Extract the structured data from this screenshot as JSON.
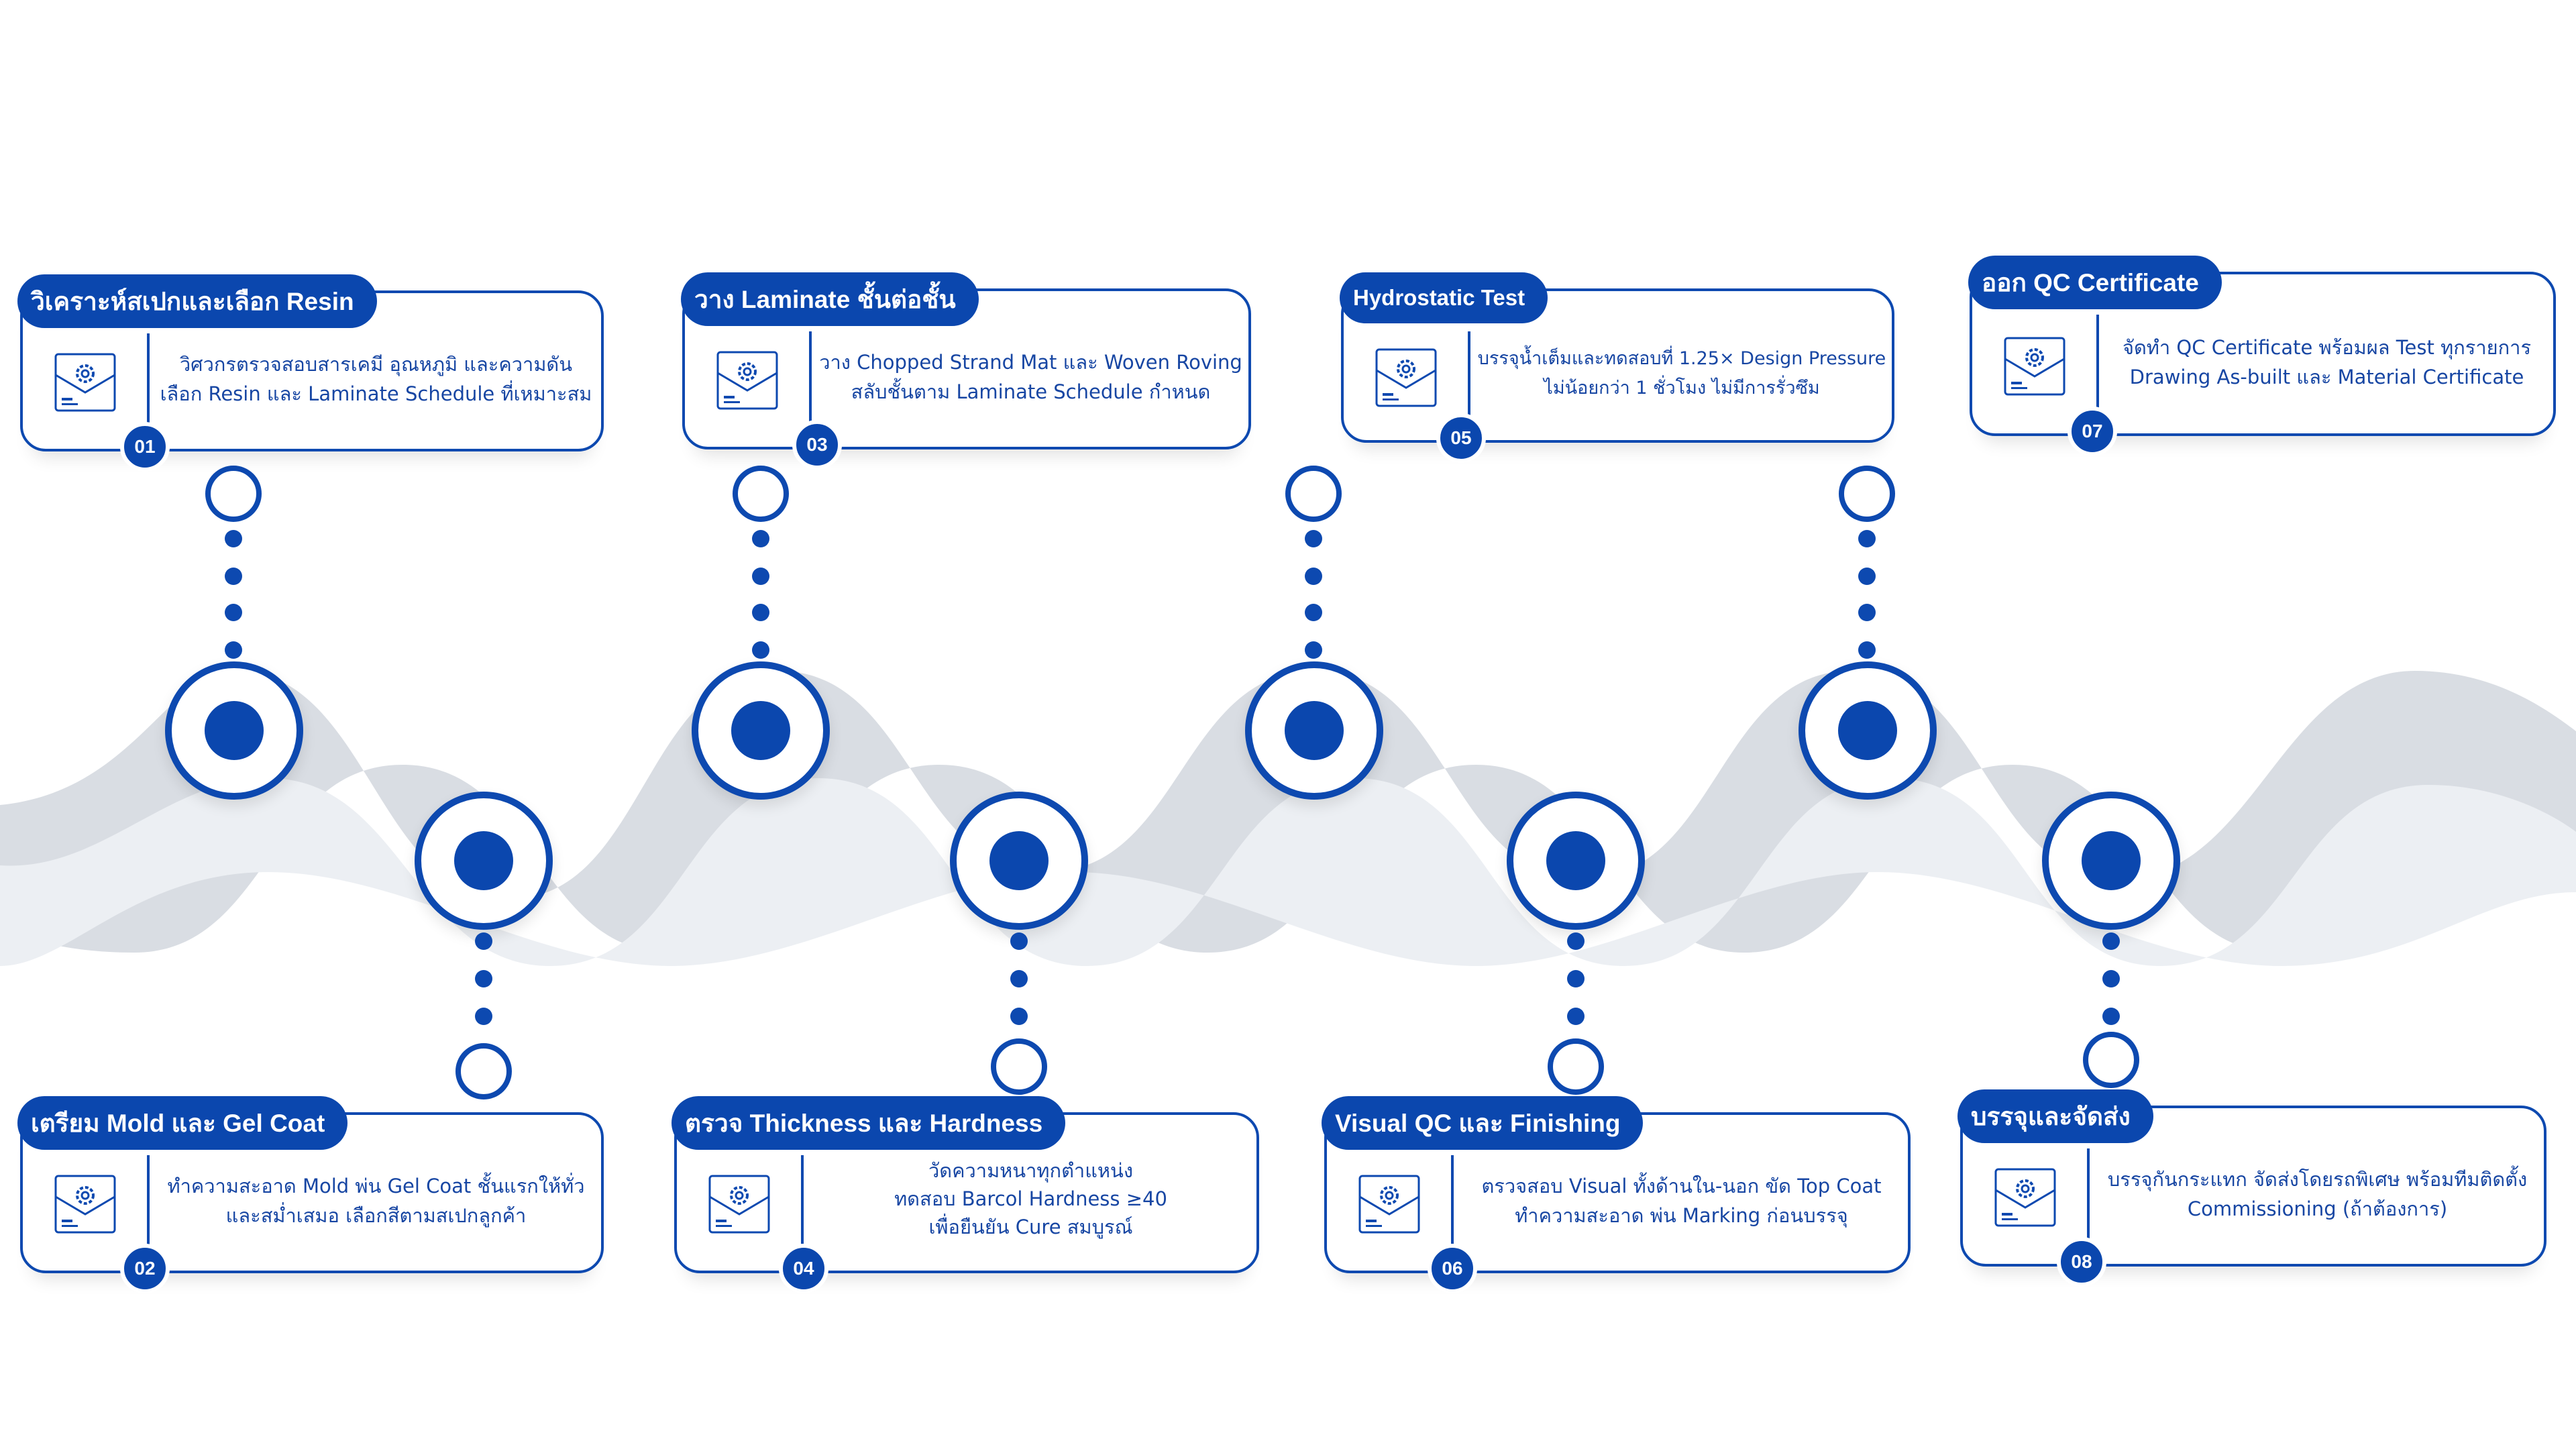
{
  "colors": {
    "primary": "#0b47ae",
    "text": "#1746a3",
    "wave_back": "#d9dde3",
    "wave_front": "#eceff3"
  },
  "steps": [
    {
      "num": "01",
      "title": "วิเคราะห์สเปกและเลือก Resin",
      "icon": "gear-document-icon",
      "desc": [
        "วิศวกรตรวจสอบสารเคมี อุณหภูมิ และความดัน",
        "เลือก Resin และ Laminate Schedule ที่เหมาะสม"
      ]
    },
    {
      "num": "02",
      "title": "เตรียม Mold และ Gel Coat",
      "icon": "gear-document-icon",
      "desc": [
        "ทำความสะอาด Mold พ่น Gel Coat ชั้นแรกให้ทั่ว",
        "และสม่ำเสมอ เลือกสีตามสเปกลูกค้า"
      ]
    },
    {
      "num": "03",
      "title": "วาง Laminate ชั้นต่อชั้น",
      "icon": "gear-document-icon",
      "desc": [
        "วาง Chopped Strand Mat และ Woven Roving",
        "สลับชั้นตาม Laminate Schedule กำหนด"
      ]
    },
    {
      "num": "04",
      "title": "ตรวจ Thickness และ Hardness",
      "icon": "gear-document-icon",
      "desc": [
        "วัดความหนาทุกตำแหน่ง",
        "ทดสอบ Barcol Hardness ≥40",
        "เพื่อยืนยัน Cure สมบูรณ์"
      ]
    },
    {
      "num": "05",
      "title": "Hydrostatic Test",
      "icon": "gear-document-icon",
      "desc": [
        "บรรจุน้ำเต็มและทดสอบที่ 1.25× Design Pressure",
        "ไม่น้อยกว่า 1 ชั่วโมง ไม่มีการรั่วซึม"
      ]
    },
    {
      "num": "06",
      "title": "Visual QC และ Finishing",
      "icon": "gear-document-icon",
      "desc": [
        "ตรวจสอบ Visual ทั้งด้านใน-นอก ขัด Top Coat",
        "ทำความสะอาด พ่น Marking ก่อนบรรจุ"
      ]
    },
    {
      "num": "07",
      "title": "ออก QC Certificate",
      "icon": "gear-document-icon",
      "desc": [
        "จัดทำ QC Certificate พร้อมผล Test ทุกรายการ",
        "Drawing As-built และ Material Certificate"
      ]
    },
    {
      "num": "08",
      "title": "บรรจุและจัดส่ง",
      "icon": "gear-document-icon",
      "desc": [
        "บรรจุกันกระแทก จัดส่งโดยรถพิเศษ พร้อมทีมติดตั้ง",
        "Commissioning (ถ้าต้องการ)"
      ]
    }
  ]
}
